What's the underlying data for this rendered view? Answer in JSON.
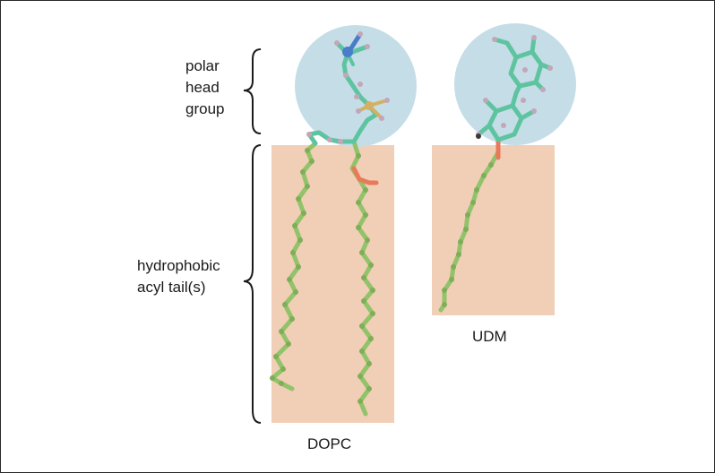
{
  "labels": {
    "polar_head_group": [
      "polar",
      "head",
      "group"
    ],
    "hydrophobic_tail": [
      "hydrophobic",
      "acyl tail(s)"
    ],
    "molecule_1": "DOPC",
    "molecule_2": "UDM"
  },
  "colors": {
    "head_region": "#c5dde7",
    "tail_region": "#f1cfb6",
    "acyl_carbon": "#92c36a",
    "head_carbon": "#5ec4a0",
    "oxygen": "#e87a5a",
    "nitrogen": "#4a7dc9",
    "phosphorus": "#d4b062",
    "hydrogen": "#c4a6b8"
  }
}
